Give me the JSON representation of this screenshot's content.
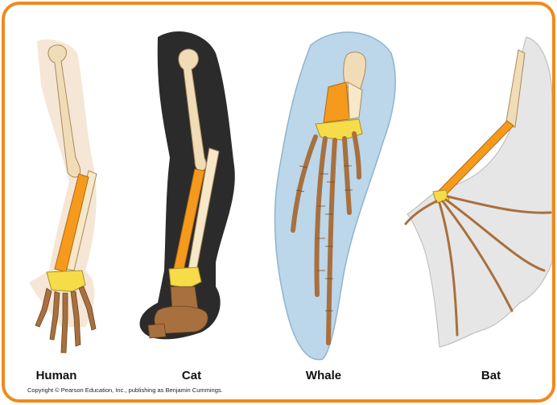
{
  "labels": {
    "human": "Human",
    "cat": "Cat",
    "whale": "Whale",
    "bat": "Bat"
  },
  "copyright": "Copyright © Pearson Education, Inc., publishing as Benjamin Cummings.",
  "colors": {
    "border": "#f08a1c",
    "humerus": "#f1dcb8",
    "radius": "#f59a1c",
    "ulna": "#f6e8c8",
    "carpals": "#f7dc4a",
    "phalanges": "#a8703e",
    "cat_fur": "#2b2b2b",
    "whale_body": "#bcd6ea",
    "bat_wing": "#e6e6e6",
    "human_skin": "#f3e2cf"
  }
}
